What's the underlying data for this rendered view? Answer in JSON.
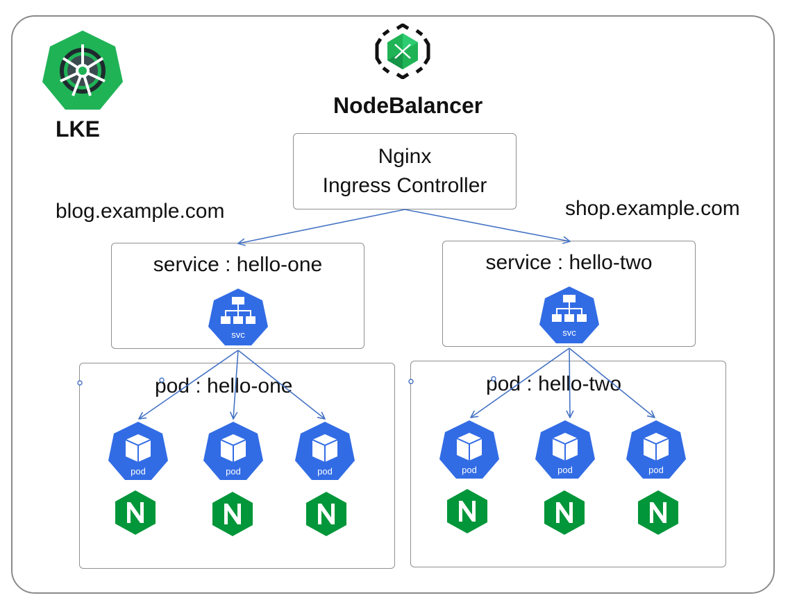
{
  "cluster": {
    "label": "LKE"
  },
  "load_balancer": {
    "label": "NodeBalancer"
  },
  "ingress": {
    "line1": "Nginx",
    "line2": "Ingress Controller"
  },
  "hosts": {
    "left": "blog.example.com",
    "right": "shop.example.com"
  },
  "services": [
    {
      "label": "service : hello-one",
      "icon_text": "svc"
    },
    {
      "label": "service : hello-two",
      "icon_text": "svc"
    }
  ],
  "pod_groups": [
    {
      "label": "pod : hello-one",
      "pods": [
        {
          "icon_text": "pod"
        },
        {
          "icon_text": "pod"
        },
        {
          "icon_text": "pod"
        }
      ]
    },
    {
      "label": "pod : hello-two",
      "pods": [
        {
          "icon_text": "pod"
        },
        {
          "icon_text": "pod"
        },
        {
          "icon_text": "pod"
        }
      ]
    }
  ],
  "colors": {
    "k8s_blue": "#326ce5",
    "lke_green": "#1fb356",
    "nginx_green": "#009639",
    "arrow": "#4472c4"
  },
  "icons": {
    "cluster": "kubernetes-helm-icon",
    "load_balancer": "nodebalancer-icon",
    "service": "k8s-svc-icon",
    "pod": "k8s-pod-icon",
    "nginx": "nginx-icon"
  }
}
